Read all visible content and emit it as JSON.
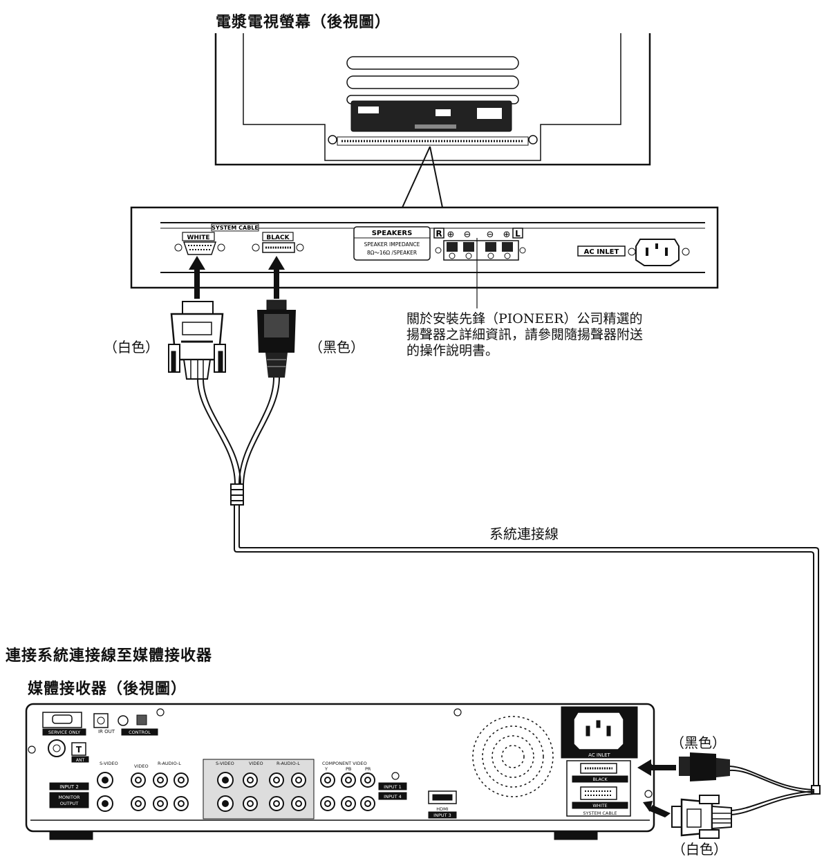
{
  "titles": {
    "plasma_rear": "電漿電視螢幕（後視圖）",
    "connect_heading": "連接系統連接線至媒體接收器",
    "receiver_rear": "媒體接收器（後視圖）"
  },
  "labels": {
    "white_top": "（白色）",
    "black_top": "（黑色）",
    "system_cable": "系統連接線",
    "black_bottom": "（黑色）",
    "white_bottom": "（白色）",
    "speaker_note": "關於安裝先鋒（PIONEER）公司精選的揚聲器之詳細資訊，請參閱隨揚聲器附送的操作說明書。"
  },
  "panel": {
    "system_cable": "SYSTEM CABLE",
    "white": "WHITE",
    "black": "BLACK",
    "speakers": "SPEAKERS",
    "impedance_1": "SPEAKER IMPEDANCE",
    "impedance_2": "8Ω～16Ω /SPEAKER",
    "r": "R",
    "l": "L",
    "plus": "⊕",
    "minus": "⊖",
    "ac_inlet": "AC INLET"
  },
  "receiver": {
    "service_only": "SERVICE ONLY",
    "ir_out": "IR OUT",
    "control": "CONTROL",
    "ant": "ANT",
    "input2": "INPUT 2",
    "monitor_output_1": "MONITOR",
    "monitor_output_2": "OUTPUT",
    "s_video": "S-VIDEO",
    "video": "VIDEO",
    "r_audio_l": "R-AUDIO-L",
    "component_video": "COMPONENT VIDEO",
    "y": "Y",
    "pb": "PB",
    "pr": "PR",
    "input1": "INPUT 1",
    "input4": "INPUT 4",
    "hdmi": "HDMI",
    "input3": "INPUT 3",
    "ac_inlet": "AC INLET",
    "black": "BLACK",
    "white": "WHITE",
    "system_cable": "SYSTEM CABLE"
  }
}
